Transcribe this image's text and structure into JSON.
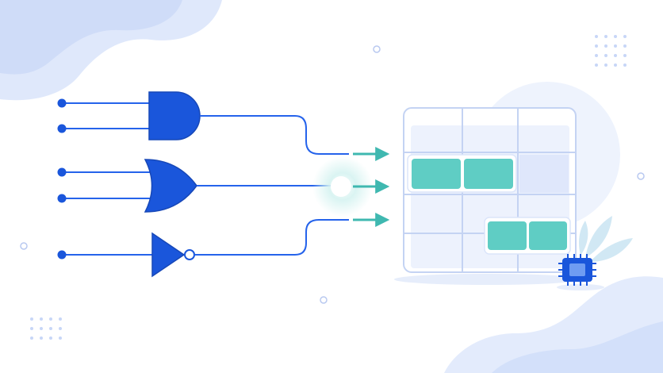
{
  "diagram": {
    "gates": [
      {
        "type": "AND",
        "icon": "and-gate-icon",
        "inputs": 2
      },
      {
        "type": "OR",
        "icon": "or-gate-icon",
        "inputs": 2
      },
      {
        "type": "NOT",
        "icon": "not-gate-icon",
        "inputs": 1
      }
    ],
    "outputs": 3,
    "grid": {
      "rows": 4,
      "cols": 3
    },
    "highlighted_cell_groups": 2,
    "chip_icon": "microchip-icon",
    "colors": {
      "gate": "#1a56db",
      "wire": "#2563eb",
      "arrow": "#3fb8b0",
      "cell": "#5fcdc4",
      "grid_line": "#b9c9f0",
      "blob": "#dbe6fb",
      "dots": "#c7d6f7"
    }
  }
}
